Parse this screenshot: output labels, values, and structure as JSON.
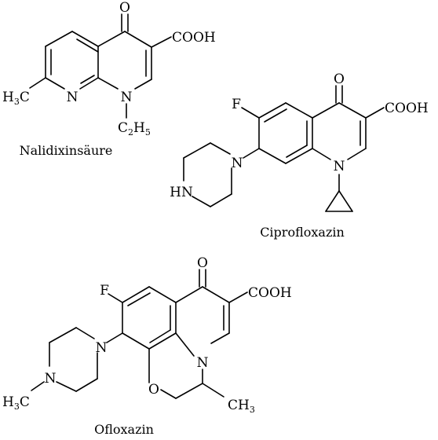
{
  "molecules": [
    {
      "name": "Nalidixinsäure",
      "labels": {
        "oxo": "O",
        "acid": "COOH",
        "methyl_h": "H",
        "methyl_h_sub": "3",
        "methyl_c": "C",
        "ring_n": "N",
        "n1": "N",
        "ethyl_c": "C",
        "ethyl_c_sub": "2",
        "ethyl_h": "H",
        "ethyl_h_sub": "5"
      }
    },
    {
      "name": "Ciprofloxazin",
      "labels": {
        "fluoro": "F",
        "oxo": "O",
        "acid": "COOH",
        "n1": "N",
        "pip_n": "N",
        "pip_nh": "HN"
      }
    },
    {
      "name": "Ofloxazin",
      "labels": {
        "fluoro": "F",
        "oxo": "O",
        "acid": "COOH",
        "n1": "N",
        "pip_n": "N",
        "pip_nme": "N",
        "methyl_h": "H",
        "methyl_h_sub": "3",
        "methyl_c": "C",
        "oxygen": "O",
        "ch3_c": "CH",
        "ch3_sub": "3"
      }
    }
  ]
}
